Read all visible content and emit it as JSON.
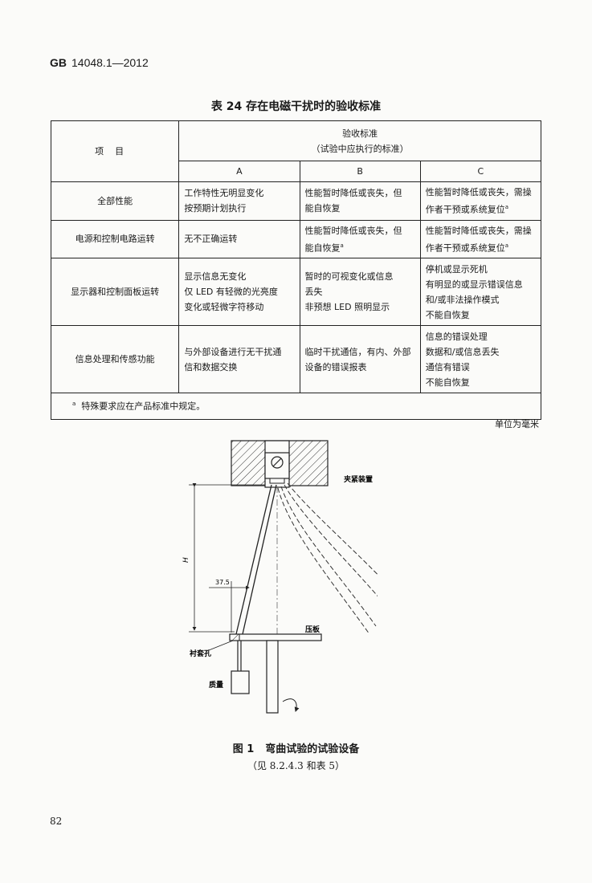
{
  "header": {
    "std_prefix": "GB",
    "std_number": "14048.1—2012"
  },
  "table": {
    "title": "表 24   存在电磁干扰时的验收标准",
    "item_header": "项目",
    "criteria_header_line1": "验收标准",
    "criteria_header_line2": "（试验中应执行的标准）",
    "columns": [
      "A",
      "B",
      "C"
    ],
    "rows": [
      {
        "item": "全部性能",
        "a": [
          "工作特性无明显变化",
          "按预期计划执行"
        ],
        "b": [
          "性能暂时降低或丧失，但",
          "能自恢复"
        ],
        "c": [
          "性能暂时降低或丧失，需操",
          "作者干预或系统复位"
        ],
        "c_sup": "a"
      },
      {
        "item": "电源和控制电路运转",
        "a": [
          "无不正确运转"
        ],
        "b": [
          "性能暂时降低或丧失，但",
          "能自恢复"
        ],
        "b_sup": "a",
        "c": [
          "性能暂时降低或丧失，需操",
          "作者干预或系统复位"
        ],
        "c_sup": "a"
      },
      {
        "item": "显示器和控制面板运转",
        "a": [
          "显示信息无变化",
          "仅 LED 有轻微的光亮度",
          "变化或轻微字符移动"
        ],
        "b": [
          "暂时的可视变化或信息",
          "丢失",
          "非预想 LED 照明显示"
        ],
        "c": [
          "停机或显示死机",
          "有明显的或显示错误信息",
          "和/或非法操作模式",
          "不能自恢复"
        ]
      },
      {
        "item": "信息处理和传感功能",
        "a": [
          "与外部设备进行无干扰通",
          "信和数据交换"
        ],
        "b": [
          "临时干扰通信，有内、外部",
          "设备的错误报表"
        ],
        "c": [
          "信息的错误处理",
          "数据和/或信息丢失",
          "通信有错误",
          "不能自恢复"
        ]
      }
    ],
    "footnote_mark": "a",
    "footnote": "特殊要求应在产品标准中规定。"
  },
  "unit_note": "单位为毫米",
  "figure": {
    "labels": {
      "clamp": "夹紧装置",
      "height": "H",
      "offset": "37.5",
      "press_plate": "压板",
      "bushing_hole": "衬套孔",
      "mass": "质量"
    },
    "title_number": "图 1",
    "title": "弯曲试验的试验设备",
    "reference": "（见 8.2.4.3 和表 5）"
  },
  "page_number": "82"
}
